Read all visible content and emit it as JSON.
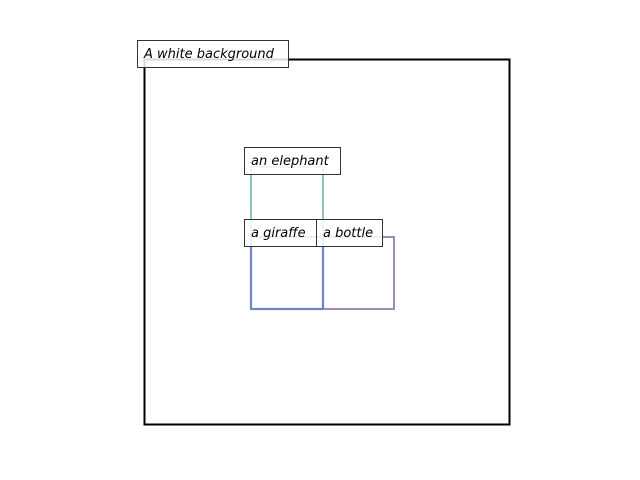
{
  "canvas": {
    "label": "A white background",
    "border_color": "#000000",
    "background_color": "#ffffff"
  },
  "objects": [
    {
      "label": "an elephant",
      "color": "#8fc4bd"
    },
    {
      "label": "a giraffe",
      "color": "#7182cb"
    },
    {
      "label": "a bottle",
      "color": "#a48ab0"
    }
  ]
}
